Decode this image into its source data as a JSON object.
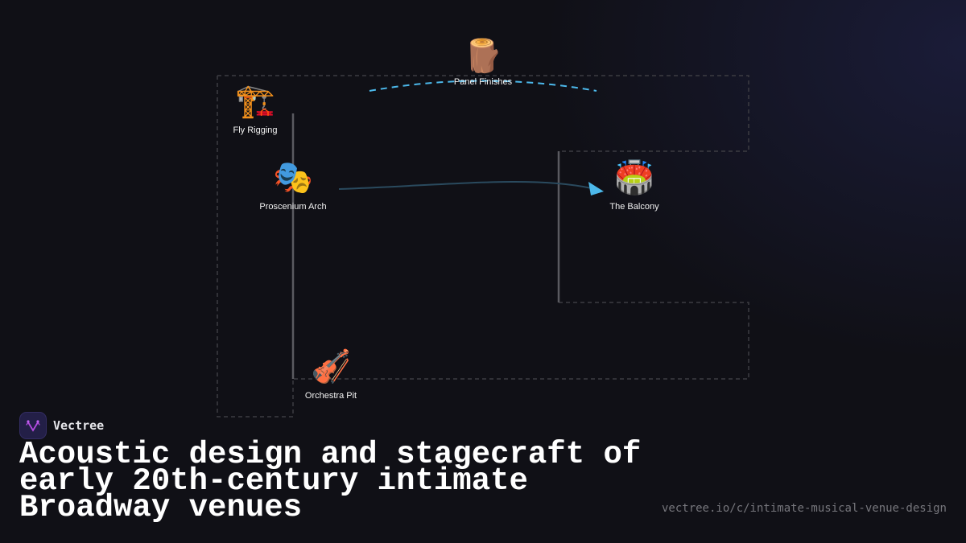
{
  "diagram": {
    "nodes": [
      {
        "id": "panel-finishes",
        "label": "Panel Finishes",
        "icon": "wood-log-icon",
        "glyph": "🪵"
      },
      {
        "id": "fly-rigging",
        "label": "Fly Rigging",
        "icon": "construction-crane-icon",
        "glyph": "🏗️"
      },
      {
        "id": "proscenium-arch",
        "label": "Proscenium Arch",
        "icon": "performing-arts-masks-icon",
        "glyph": "🎭"
      },
      {
        "id": "the-balcony",
        "label": "The Balcony",
        "icon": "stadium-icon",
        "glyph": "🏟️"
      },
      {
        "id": "orchestra-pit",
        "label": "Orchestra Pit",
        "icon": "violin-icon",
        "glyph": "🎻"
      }
    ],
    "edges": [
      {
        "from": "proscenium-arch",
        "to": "the-balcony",
        "style": "solid-arrow"
      },
      {
        "from": "fly-rigging",
        "to": "the-balcony",
        "style": "dashed-arc",
        "via": "panel-finishes"
      }
    ],
    "colors": {
      "background": "#101016",
      "dashed_outline": "#3c3c42",
      "solid_connector": "#5a5a60",
      "accent_arc": "#4cb8ea",
      "arrow_line": "#2a4a5e",
      "arrow_head": "#4cb8ea"
    }
  },
  "brand": {
    "name": "Vectree",
    "logo_icon": "vectree-logo-icon"
  },
  "title": "Acoustic design and stagecraft of early 20th-century intimate Broadway venues",
  "url": "vectree.io/c/intimate-musical-venue-design"
}
